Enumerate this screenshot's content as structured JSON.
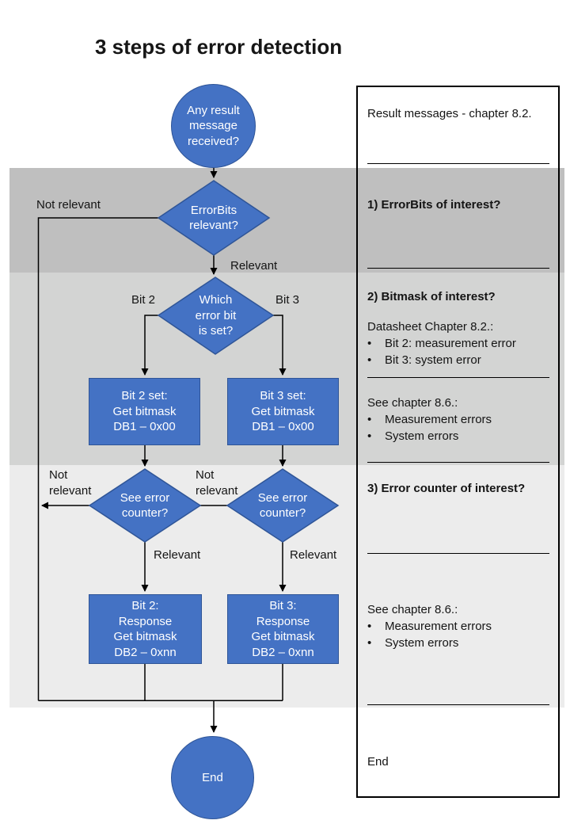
{
  "title": "3 steps of error detection",
  "colors": {
    "node_fill": "#4472C4",
    "node_border": "#2F5597",
    "band1": "#BFBFBF",
    "band2": "#D3D4D3",
    "band3": "#ECECEC",
    "line": "#000000"
  },
  "flowchart": {
    "start": "Any result\nmessage\nreceived?",
    "errorbits": "ErrorBits\nrelevant?",
    "whichbit": "Which\nerror bit\nis set?",
    "bit2set": "Bit 2 set:\nGet bitmask\nDB1 – 0x00",
    "bit3set": "Bit 3 set:\nGet bitmask\nDB1 – 0x00",
    "counter_left": "See error\ncounter?",
    "counter_right": "See error\ncounter?",
    "bit2resp": "Bit 2:\nResponse\nGet bitmask\nDB2 – 0xnn",
    "bit3resp": "Bit 3:\nResponse\nGet bitmask\nDB2 – 0xnn",
    "end": "End",
    "labels": {
      "not_relevant_top": "Not relevant",
      "relevant_top": "Relevant",
      "bit2": "Bit 2",
      "bit3": "Bit 3",
      "not_relevant_left": "Not\nrelevant",
      "not_relevant_mid": "Not\nrelevant",
      "relevant_left": "Relevant",
      "relevant_right": "Relevant"
    }
  },
  "panel": {
    "bullet_char": "•",
    "s1_text": "Result messages - chapter 8.2.",
    "s2_heading": "1) ErrorBits of interest?",
    "s3_heading": "2) Bitmask of interest?",
    "s3_sub1_title": "Datasheet Chapter 8.2.:",
    "s3_sub1_items": [
      "Bit 2: measurement error",
      "Bit 3: system error"
    ],
    "s3_sub2_title": "See chapter 8.6.:",
    "s3_sub2_items": [
      "Measurement errors",
      "System errors"
    ],
    "s4_heading": "3) Error counter of interest?",
    "s4_sub_title": "See chapter 8.6.:",
    "s4_sub_items": [
      "Measurement errors",
      "System errors"
    ],
    "end_text": "End"
  }
}
